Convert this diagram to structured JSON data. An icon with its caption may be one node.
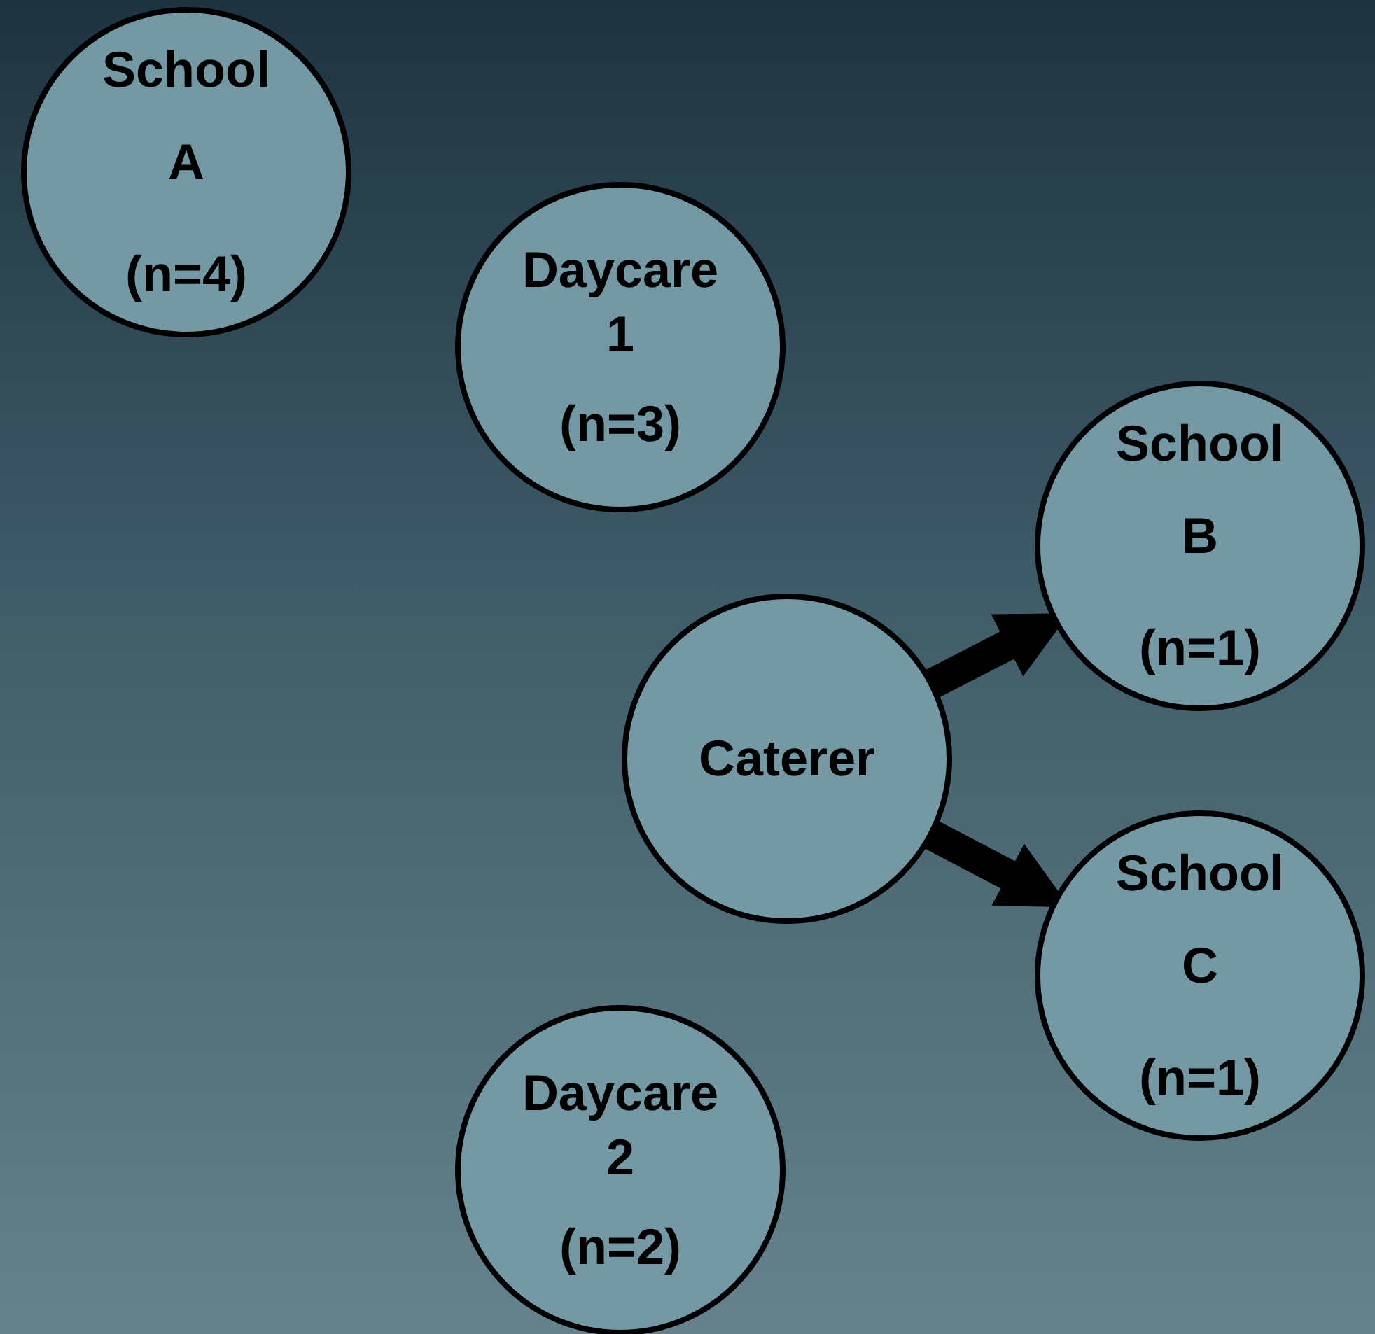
{
  "diagram": {
    "nodes": [
      {
        "text": [
          "School A",
          "(n=4)"
        ]
      },
      {
        "text": [
          "Daycare 1",
          "(n=3)"
        ]
      },
      {
        "text": [
          "School B",
          "(n=1)"
        ]
      },
      {
        "text": [
          "Caterer"
        ]
      },
      {
        "text": [
          "School C",
          "(n=1)"
        ]
      },
      {
        "text": [
          "Daycare 2",
          "(n=2)"
        ]
      }
    ],
    "edges": [
      {
        "from": 3,
        "to": 2,
        "arrow": "to"
      },
      {
        "from": 3,
        "to": 4,
        "arrow": "to"
      }
    ]
  }
}
